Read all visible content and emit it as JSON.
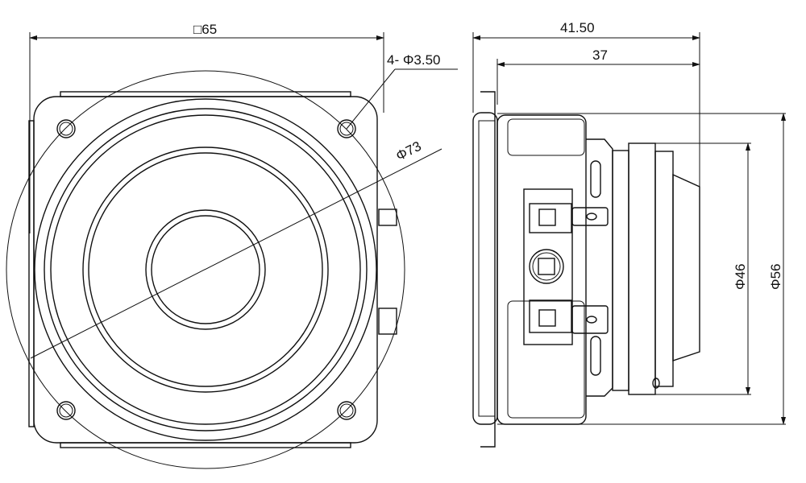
{
  "front_view": {
    "square_dim": "□65",
    "hole_dim": "4- Φ3.50",
    "outer_dim": "Φ73"
  },
  "side_view": {
    "total_depth": "41.50",
    "depth_behind_flange": "37",
    "magnet_dia": "Φ46",
    "basket_dia": "Φ56"
  }
}
